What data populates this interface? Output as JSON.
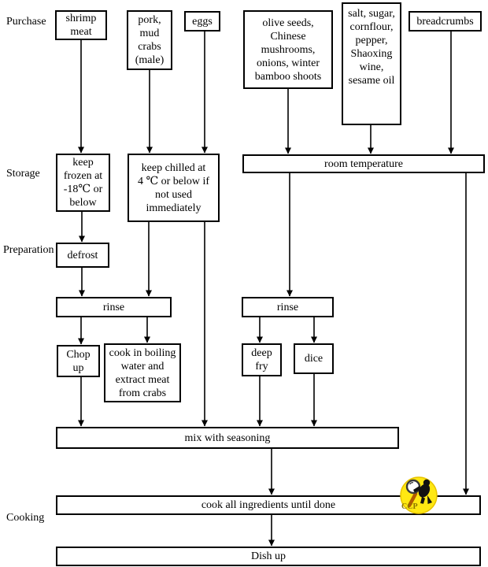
{
  "stages": {
    "purchase": "Purchase",
    "storage": "Storage",
    "preparation": "Preparation",
    "cooking": "Cooking"
  },
  "nodes": {
    "shrimp_meat": "shrimp\nmeat",
    "pork_mud_crabs": "pork,\nmud\ncrabs\n(male)",
    "eggs": "eggs",
    "olive_seeds_mix": "olive seeds,\nChinese\nmushrooms,\nonions, winter\nbamboo shoots",
    "seasonings": "salt, sugar,\ncornflour,\npepper,\nShaoxing\nwine,\nsesame oil",
    "breadcrumbs": "breadcrumbs",
    "keep_frozen": "keep\nfrozen at\n-18℃  or\nbelow",
    "keep_chilled": "keep chilled at\n4 ℃  or below if\nnot used\nimmediately",
    "room_temperature": "room temperature",
    "defrost": "defrost",
    "rinse_left": "rinse",
    "chop_up": "Chop\nup",
    "cook_in_boiling_water": "cook in boiling\nwater and\nextract meat\nfrom crabs",
    "rinse_right": "rinse",
    "deep_fry": "deep\nfry",
    "dice": "dice",
    "mix_with_seasoning": "mix with seasoning",
    "cook_all_ingredients": "cook all ingredients until done",
    "dish_up": "Dish up"
  },
  "ccp_badge": {
    "label": "CCP",
    "circle_color": "#ffe812",
    "circle_edge_color": "#e8c400",
    "label_color": "#8a7500",
    "lens_color": "#ffffff",
    "lens_rim_color": "#3a3a3a",
    "handle_color": "#b15a00",
    "figure_color": "#111111"
  },
  "colors": {
    "line": "#000000",
    "box_border": "#000000",
    "background": "#ffffff",
    "text": "#000000"
  }
}
